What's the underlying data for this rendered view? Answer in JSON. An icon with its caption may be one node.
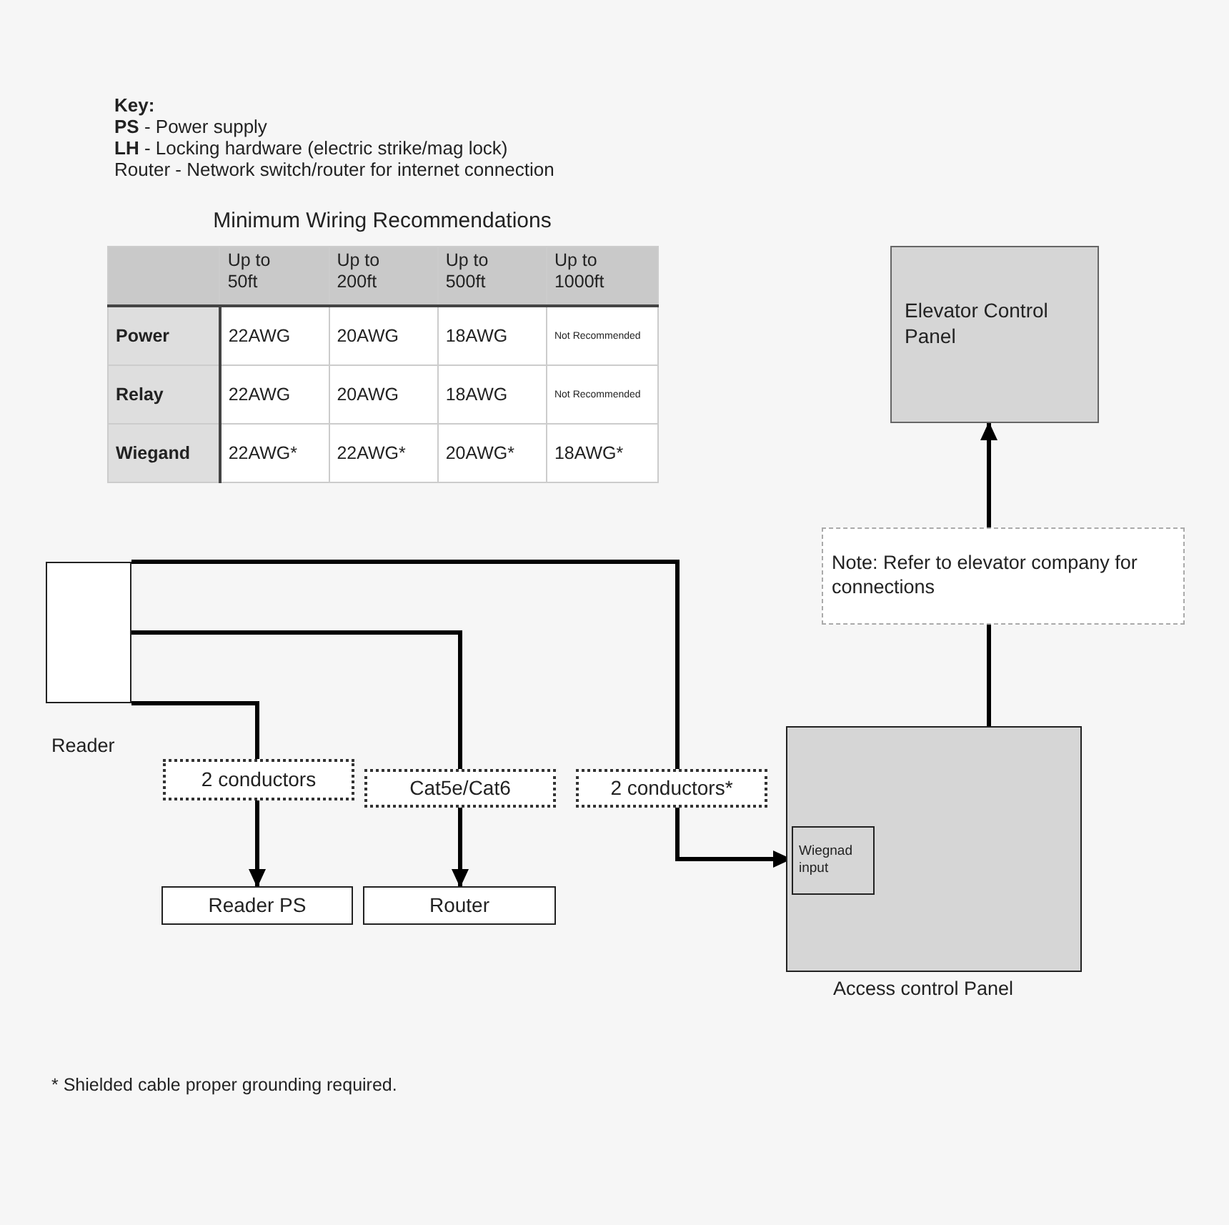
{
  "diagram": {
    "nodes": [
      {
        "text": [],
        "shape": "box",
        "beside": [
          "Reader"
        ]
      },
      {
        "text": [
          "Reader PS"
        ]
      },
      {
        "text": [
          "Router"
        ]
      },
      {
        "text": [],
        "shape": "box",
        "beside": [
          "Access control Panel"
        ]
      },
      {
        "text": [
          "Wiegnad input"
        ],
        "in": 3
      },
      {
        "text": [
          "Elevator Control Panel"
        ]
      }
    ],
    "edges": [
      {
        "from": 0,
        "to": 1,
        "arrow": "to",
        "label": "2 conductors"
      },
      {
        "from": 0,
        "to": 2,
        "arrow": "to",
        "label": "Cat5e/Cat6"
      },
      {
        "from": 0,
        "to": 4,
        "arrow": "to",
        "label": "2 conductors*"
      },
      {
        "from": 3,
        "to": 5,
        "arrow": "to",
        "label": "Note: Refer to elevator company for connections"
      }
    ],
    "labels": [
      "Key:",
      "**PS** - Power supply",
      "**LH** - Locking hardware (electric strike/mag lock)",
      "Router - Network switch/router for internet connection",
      "Minimum Wiring Recommendations",
      "Up to 50ft",
      "Up to 200ft",
      "Up to 500ft",
      "Up to 1000ft",
      "Power",
      "22AWG",
      "20AWG",
      "18AWG",
      "Not Recommended",
      "Relay",
      "22AWG",
      "20AWG",
      "18AWG",
      "Not Recommended",
      "Wiegand",
      "22AWG*",
      "22AWG*",
      "20AWG*",
      "18AWG*",
      "* Shielded cable proper grounding required."
    ]
  }
}
